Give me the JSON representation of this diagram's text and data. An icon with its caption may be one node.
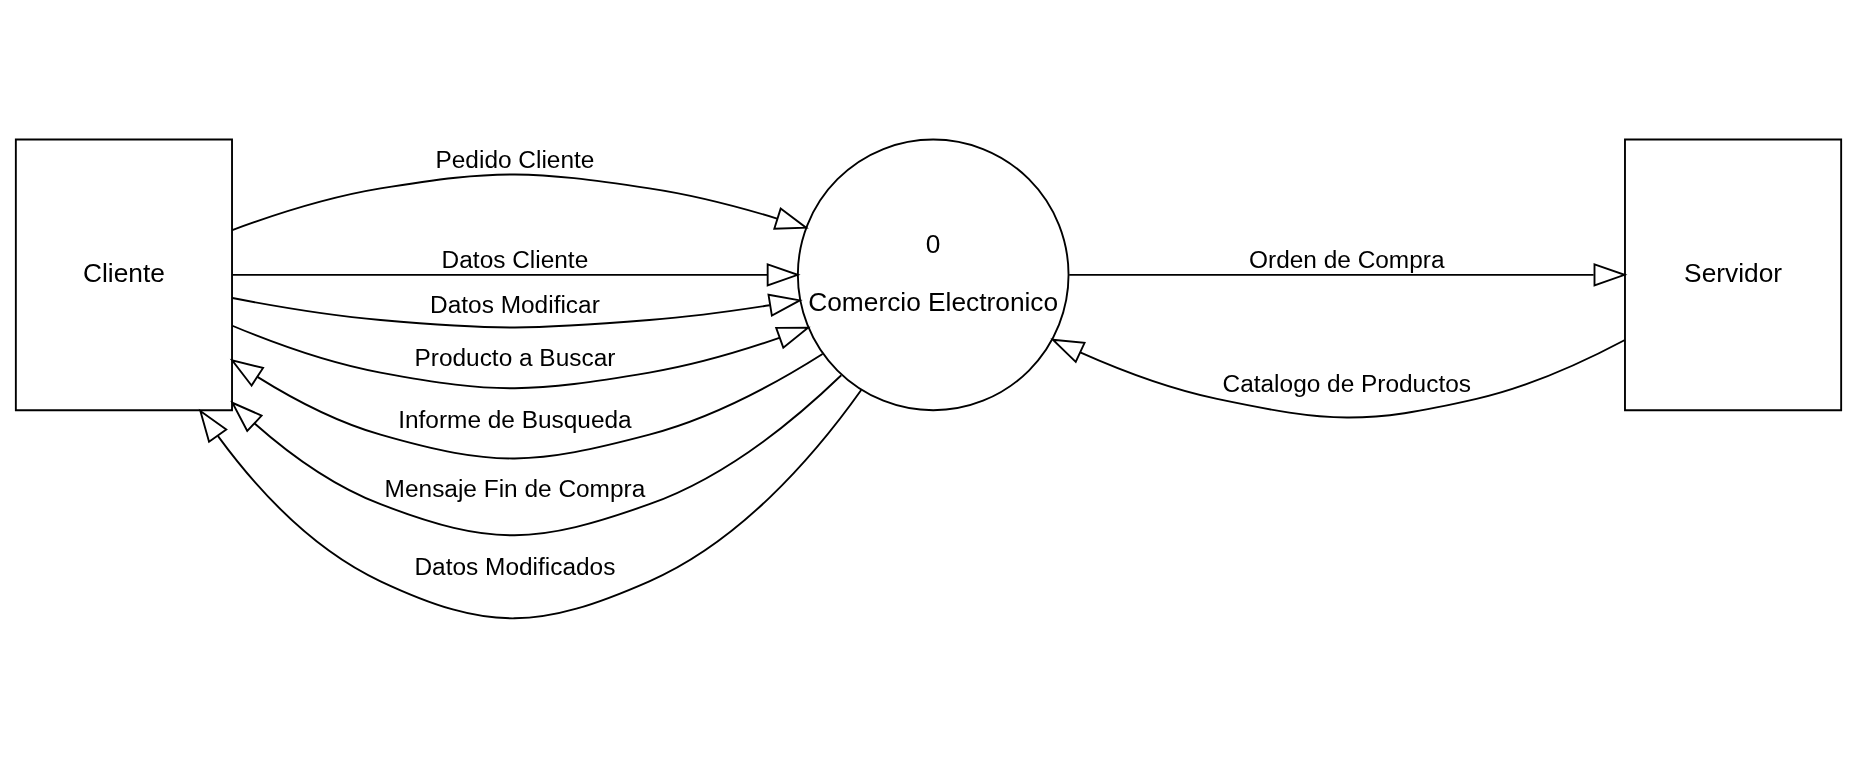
{
  "diagram": {
    "nodes": [
      {
        "text": [
          "Cliente"
        ]
      },
      {
        "text": [
          "0",
          "Comercio Electronico"
        ]
      },
      {
        "text": [
          "Servidor"
        ]
      }
    ],
    "edges": [
      {
        "from": 0,
        "to": 1,
        "arrow": "to",
        "label": "Pedido Cliente"
      },
      {
        "from": 0,
        "to": 1,
        "arrow": "to",
        "label": "Datos Cliente"
      },
      {
        "from": 0,
        "to": 1,
        "arrow": "to",
        "label": "Datos Modificar"
      },
      {
        "from": 0,
        "to": 1,
        "arrow": "to",
        "label": "Producto a Buscar"
      },
      {
        "from": 1,
        "to": 0,
        "arrow": "to",
        "label": "Informe de Busqueda"
      },
      {
        "from": 1,
        "to": 0,
        "arrow": "to",
        "label": "Mensaje Fin de Compra"
      },
      {
        "from": 1,
        "to": 0,
        "arrow": "to",
        "label": "Datos Modificados"
      },
      {
        "from": 2,
        "to": 1,
        "arrow": "to",
        "label": "Catalogo de Productos"
      },
      {
        "from": 1,
        "to": 2,
        "arrow": "to",
        "label": "Orden de Compra"
      }
    ]
  }
}
